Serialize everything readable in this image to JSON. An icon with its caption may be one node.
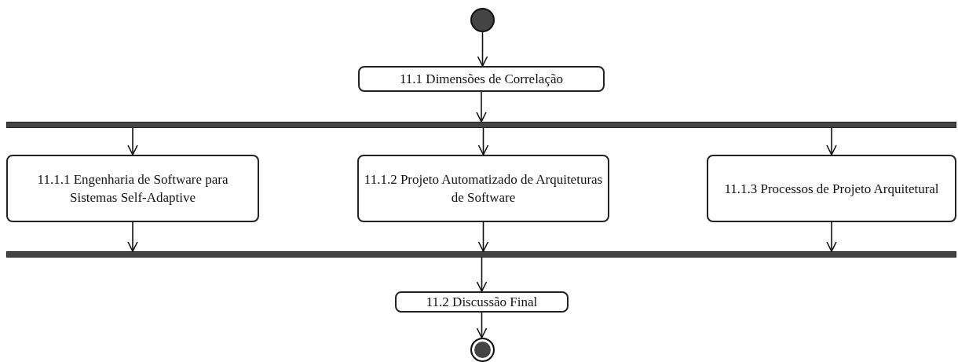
{
  "diagram": {
    "nodes": [
      {
        "text": [],
        "shape": "circle"
      },
      {
        "text": [
          "11.1 Dimensões de Correlação"
        ]
      },
      {
        "text": [],
        "shape": "bar"
      },
      {
        "text": [
          "11.1.1 Engenharia de Software para Sistemas Self-Adaptive"
        ]
      },
      {
        "text": [
          "11.1.2 Projeto Automatizado de Arquiteturas de Software"
        ]
      },
      {
        "text": [
          "11.1.3 Processos de Projeto Arquitetural"
        ]
      },
      {
        "text": [],
        "shape": "bar"
      },
      {
        "text": [
          "11.2 Discussão Final"
        ]
      },
      {
        "text": [],
        "shape": "circle"
      }
    ],
    "edges": [
      {
        "from": 0,
        "to": 1,
        "arrow": "to"
      },
      {
        "from": 1,
        "to": 2,
        "arrow": "to"
      },
      {
        "from": 2,
        "to": 3,
        "arrow": "to"
      },
      {
        "from": 2,
        "to": 4,
        "arrow": "to"
      },
      {
        "from": 2,
        "to": 5,
        "arrow": "to"
      },
      {
        "from": 3,
        "to": 6,
        "arrow": "to"
      },
      {
        "from": 4,
        "to": 6,
        "arrow": "to"
      },
      {
        "from": 5,
        "to": 6,
        "arrow": "to"
      },
      {
        "from": 6,
        "to": 7,
        "arrow": "to"
      },
      {
        "from": 7,
        "to": 8,
        "arrow": "to"
      }
    ]
  }
}
